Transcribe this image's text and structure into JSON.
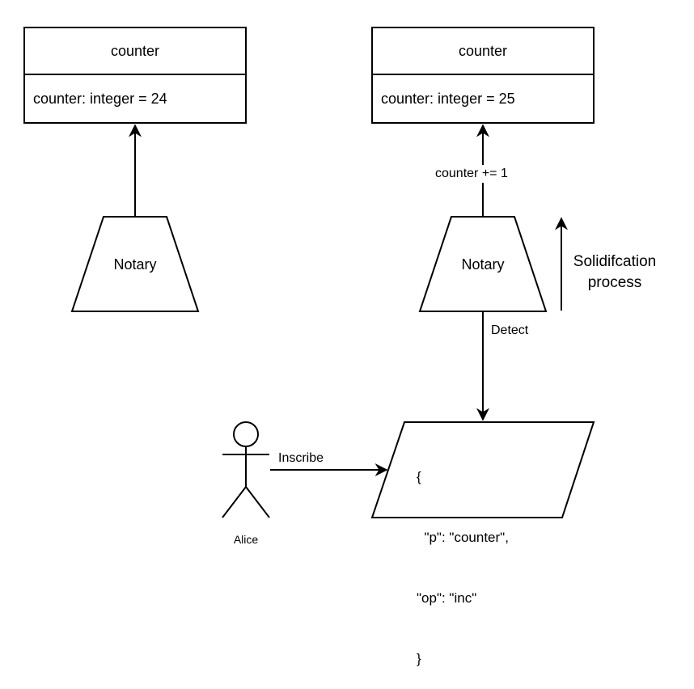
{
  "left": {
    "class_box": {
      "title": "counter",
      "attribute": "counter: integer = 24"
    },
    "notary": {
      "label": "Notary"
    }
  },
  "right": {
    "class_box": {
      "title": "counter",
      "attribute": "counter: integer = 25"
    },
    "notary": {
      "label": "Notary"
    },
    "edge_update_label": "counter += 1",
    "edge_detect_label": "Detect"
  },
  "process_arrow": {
    "label_line1": "Solidifcation",
    "label_line2": "process"
  },
  "actor": {
    "name": "Alice",
    "edge_label": "Inscribe"
  },
  "inscription": {
    "lines": [
      "{",
      "  \"p\": \"counter\",",
      "\"op\": \"inc\"",
      "}"
    ]
  }
}
